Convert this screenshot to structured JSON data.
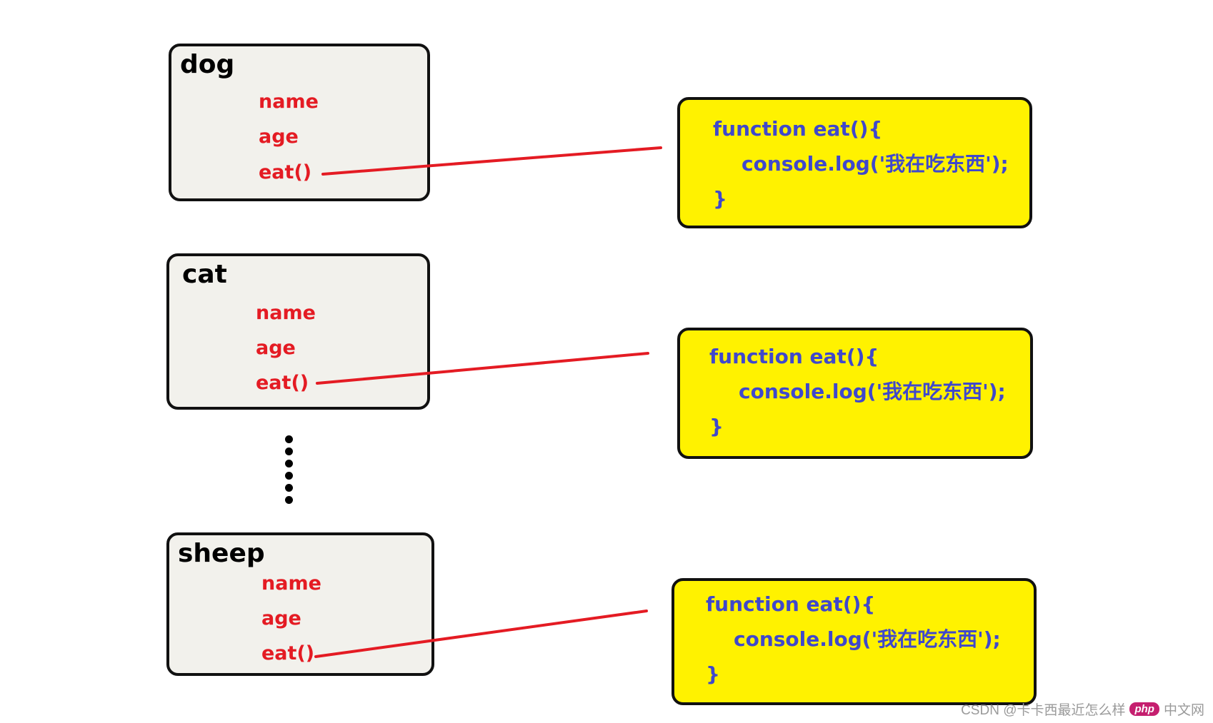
{
  "objects": [
    {
      "title": "dog",
      "props": [
        "name",
        "age",
        "eat()"
      ]
    },
    {
      "title": "cat",
      "props": [
        "name",
        "age",
        "eat()"
      ]
    },
    {
      "title": "sheep",
      "props": [
        "name",
        "age",
        "eat()"
      ]
    }
  ],
  "functions": [
    {
      "line1": "function eat(){",
      "line2": "console.log('我在吃东西');",
      "line3": "}"
    },
    {
      "line1": "function eat(){",
      "line2": "console.log('我在吃东西');",
      "line3": "}"
    },
    {
      "line1": "function eat(){",
      "line2": "console.log('我在吃东西');",
      "line3": "}"
    }
  ],
  "watermark": {
    "text": "CSDN @卡卡西最近怎么样",
    "logo": "php",
    "logo_suffix": "中文网"
  },
  "colors": {
    "object_fill": "#f2f1ec",
    "function_fill": "#fff200",
    "property_text": "#e41b23",
    "function_text": "#3f48cc",
    "connector": "#e41b23"
  },
  "icons": [
    "ellipsis-dots-icon",
    "php-logo-icon"
  ]
}
